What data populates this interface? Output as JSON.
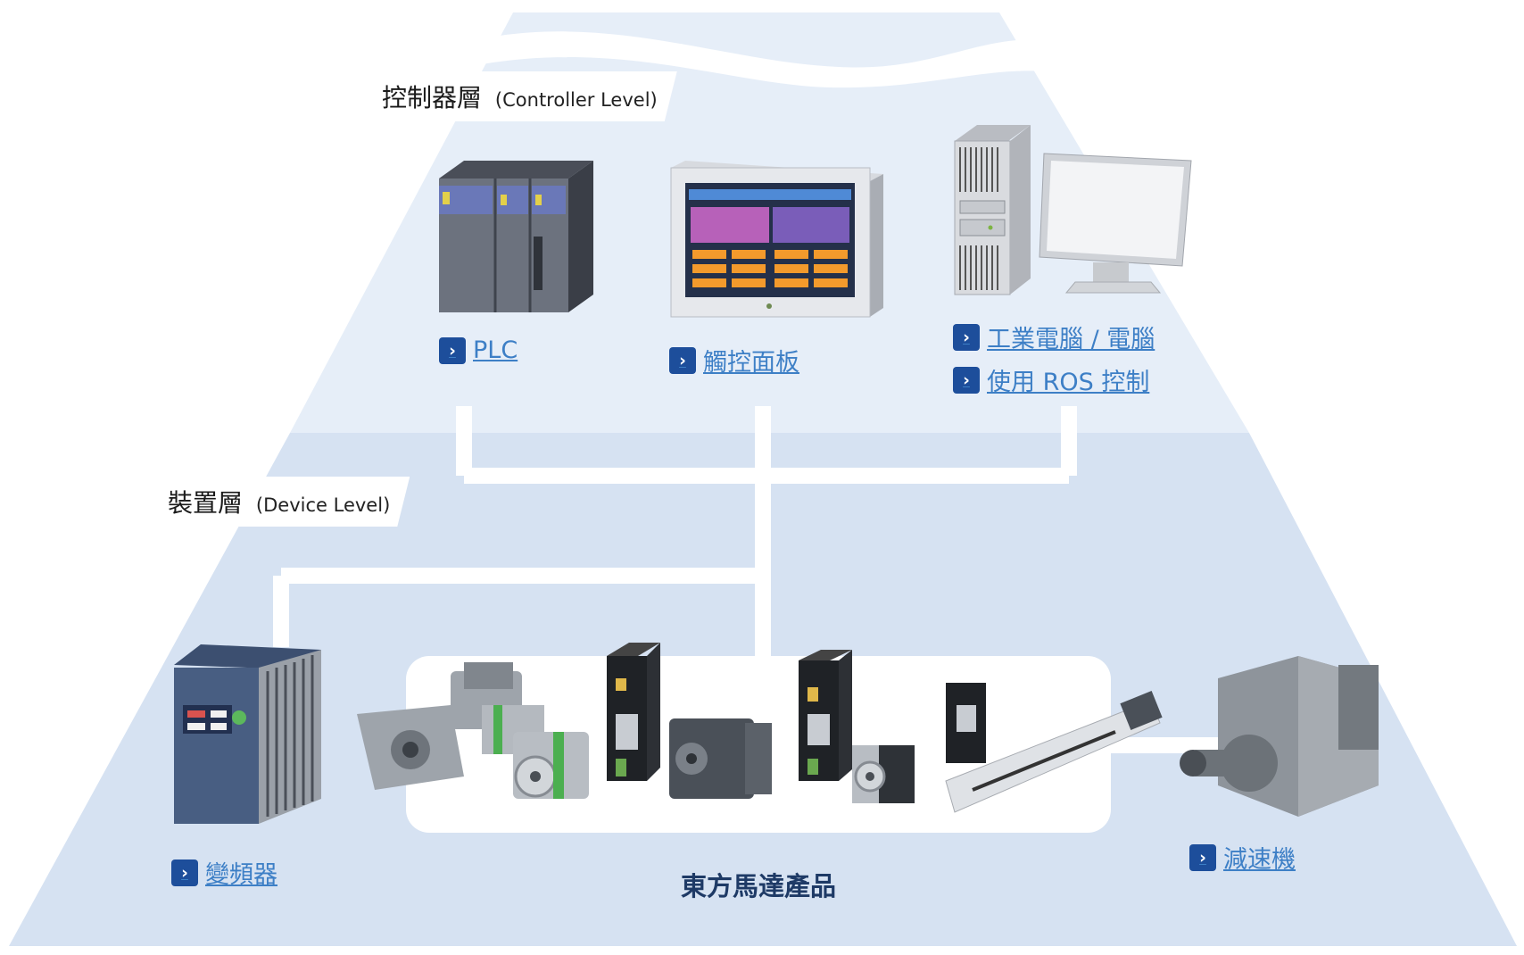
{
  "controller_level": {
    "label": "控制器層",
    "label_en": "Controller Level"
  },
  "device_level": {
    "label": "裝置層",
    "label_en": "Device Level"
  },
  "links": {
    "plc": "PLC",
    "touch_panel": "觸控面板",
    "industrial_pc": "工業電腦 / 電腦",
    "ros": "使用 ROS 控制",
    "inverter": "變頻器",
    "gearhead": "減速機"
  },
  "caption": "東方馬達產品",
  "colors": {
    "pyramid_top": "#e6eef8",
    "pyramid_bottom": "#d6e2f2",
    "link": "#3d7fc6",
    "chevron": "#1d4e9b",
    "caption": "#1e3a66",
    "bus": "#ffffff"
  }
}
